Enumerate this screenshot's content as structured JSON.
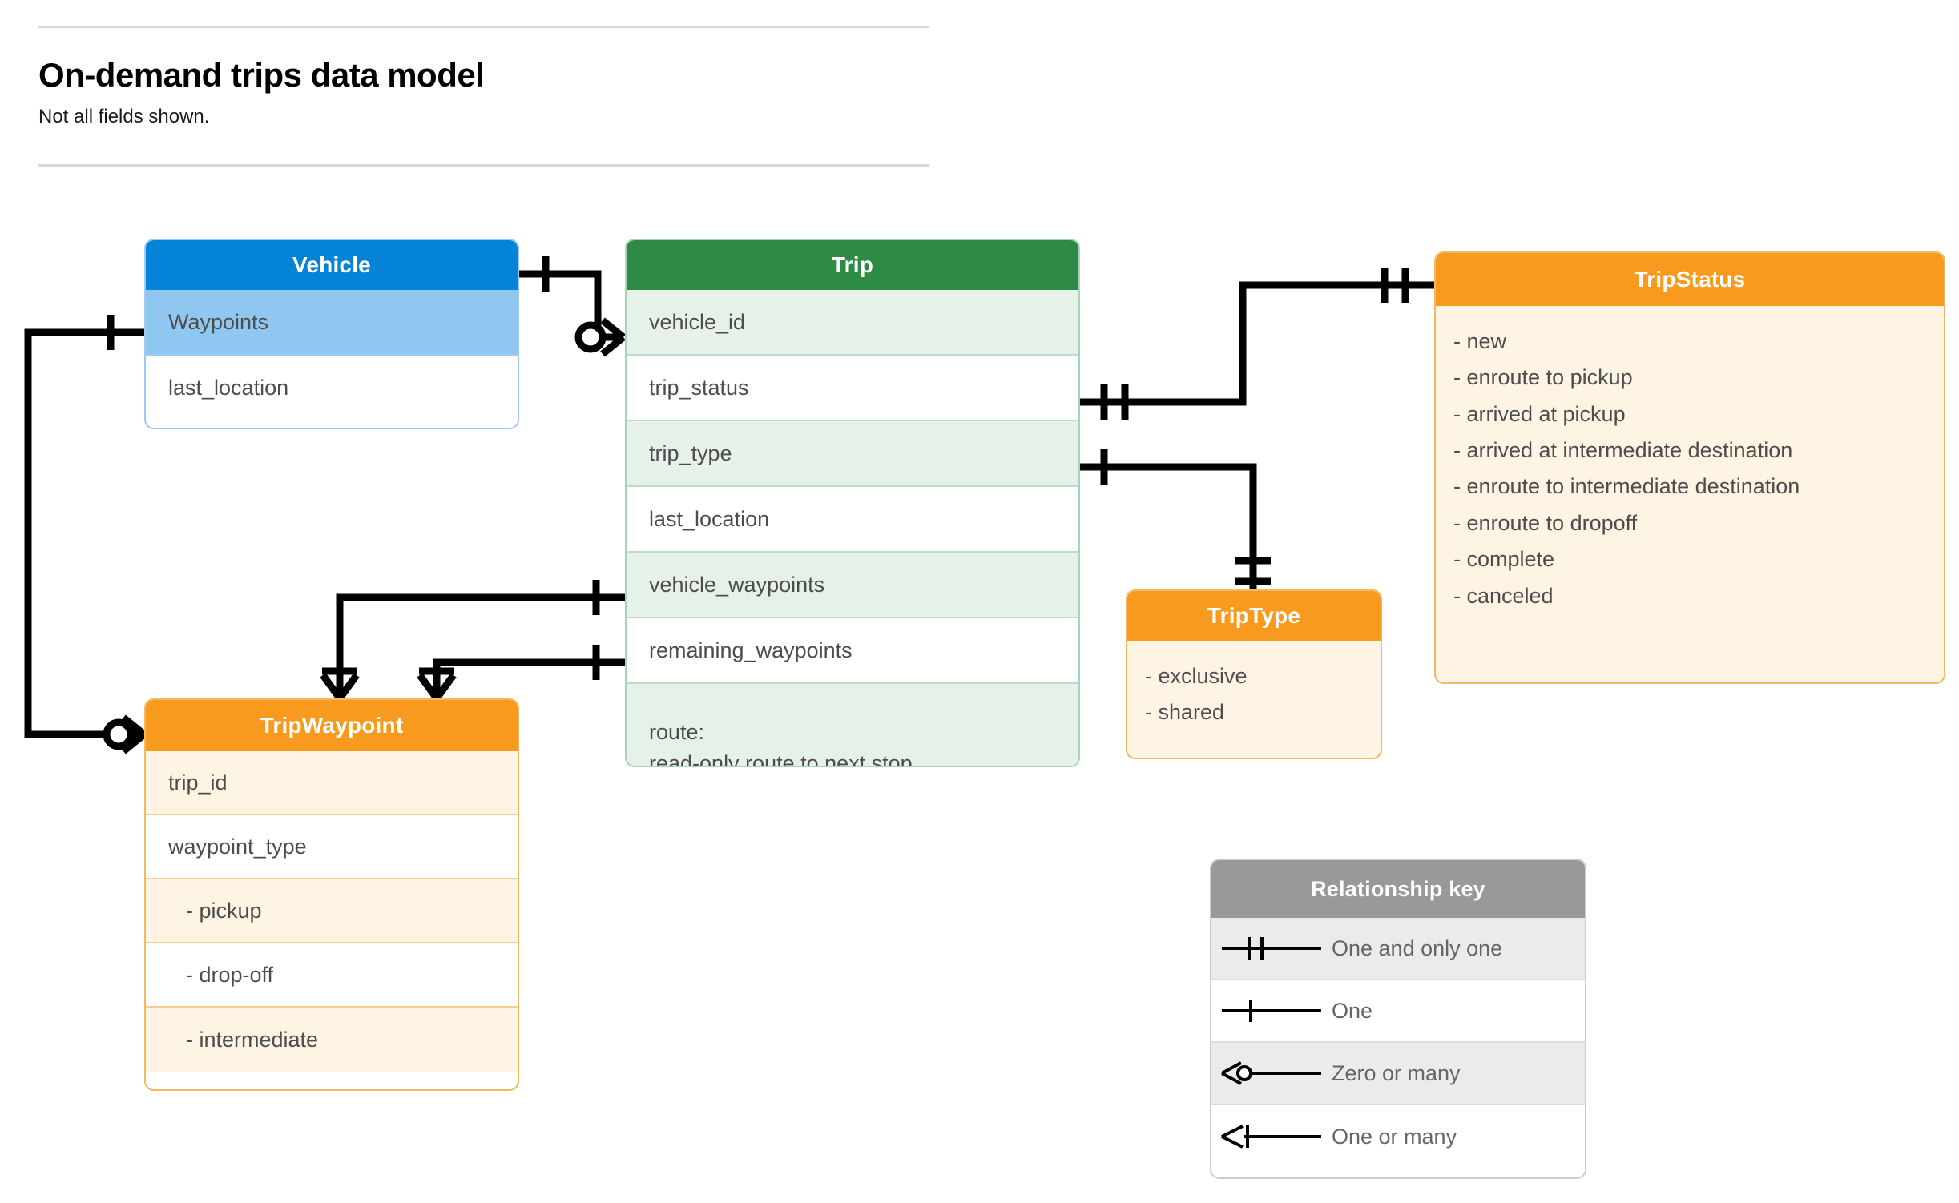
{
  "header": {
    "title": "On-demand trips data model",
    "subtitle": "Not all fields shown."
  },
  "entities": {
    "vehicle": {
      "name": "Vehicle",
      "header_color": "#0584d7",
      "fields": [
        {
          "label": "Waypoints"
        },
        {
          "label": "last_location"
        }
      ]
    },
    "trip": {
      "name": "Trip",
      "header_color": "#2e8b45",
      "fields": [
        {
          "label": "vehicle_id"
        },
        {
          "label": "trip_status"
        },
        {
          "label": "trip_type"
        },
        {
          "label": "last_location"
        },
        {
          "label": "vehicle_waypoints"
        },
        {
          "label": "remaining_waypoints"
        },
        {
          "label": "route:",
          "label2": "read-only route to next stop"
        }
      ]
    },
    "tripstatus": {
      "name": "TripStatus",
      "header_color": "#f79a1e",
      "values": [
        "- new",
        "- enroute to pickup",
        "- arrived at pickup",
        "- arrived at intermediate destination",
        "- enroute to intermediate destination",
        "- enroute to dropoff",
        "- complete",
        "- canceled"
      ]
    },
    "triptype": {
      "name": "TripType",
      "header_color": "#f79a1e",
      "values": [
        "- exclusive",
        "- shared"
      ]
    },
    "tripwaypoint": {
      "name": "TripWaypoint",
      "header_color": "#f79a1e",
      "fields": [
        {
          "label": "trip_id"
        },
        {
          "label": "waypoint_type"
        },
        {
          "label": "-  pickup"
        },
        {
          "label": "-  drop-off"
        },
        {
          "label": "-  intermediate"
        }
      ]
    }
  },
  "legend": {
    "title": "Relationship key",
    "header_color": "#999999",
    "rows": [
      {
        "symbol": "one-and-only-one",
        "label": "One and only one"
      },
      {
        "symbol": "one",
        "label": "One"
      },
      {
        "symbol": "zero-or-many",
        "label": "Zero or many"
      },
      {
        "symbol": "one-or-many",
        "label": "One or many"
      }
    ]
  },
  "relationships": [
    {
      "from": "Vehicle",
      "from_card": "one",
      "to": "Trip.vehicle_id",
      "to_card": "zero or many"
    },
    {
      "from": "Vehicle.Waypoints",
      "from_card": "one",
      "to": "TripWaypoint",
      "to_card": "zero or many"
    },
    {
      "from": "Trip.trip_status",
      "from_card": "one and only one",
      "to": "TripStatus",
      "to_card": "one and only one"
    },
    {
      "from": "Trip.trip_type",
      "from_card": "one and only one",
      "to": "TripType",
      "to_card": "one and only one"
    },
    {
      "from": "Trip.vehicle_waypoints",
      "from_card": "one",
      "to": "TripWaypoint",
      "to_card": "one or many"
    },
    {
      "from": "Trip.remaining_waypoints",
      "from_card": "one",
      "to": "TripWaypoint",
      "to_card": "one or many"
    }
  ]
}
